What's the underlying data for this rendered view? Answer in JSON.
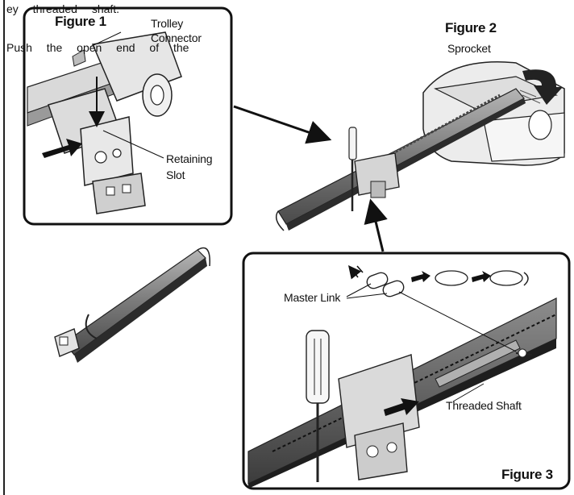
{
  "instructions": {
    "line1": "ey   threaded   shaft.",
    "line2": "Push   the   open   end   of   the"
  },
  "figure1": {
    "title": "Figure 1",
    "trolley_connector": [
      "Trolley",
      "Connector"
    ],
    "retaining_slot": [
      "Retaining",
      "Slot"
    ]
  },
  "figure2": {
    "title": "Figure 2",
    "sprocket": "Sprocket"
  },
  "figure3": {
    "title": "Figure 3",
    "master_link": "Master Link",
    "threaded_shaft": "Threaded Shaft"
  }
}
